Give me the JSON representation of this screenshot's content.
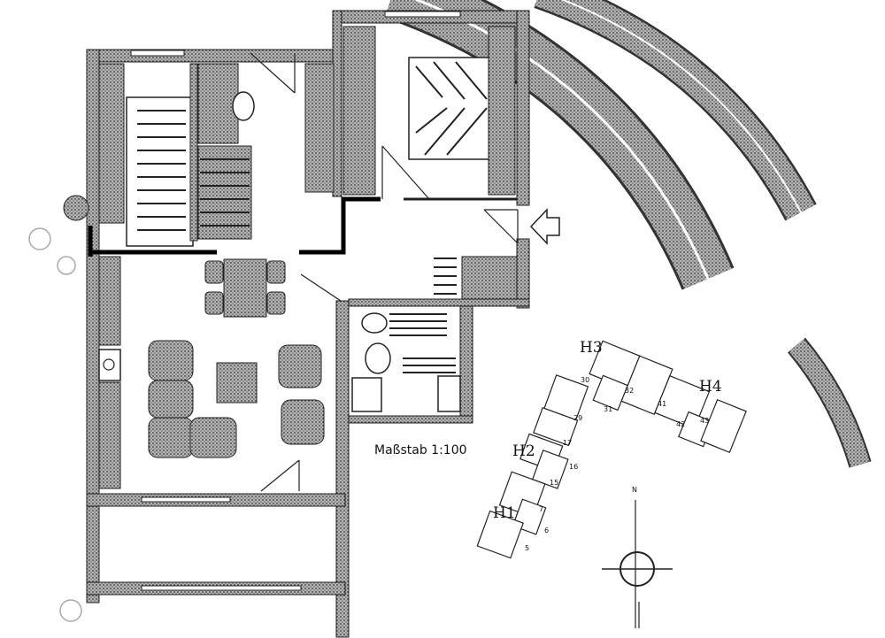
{
  "scale_label": "Maßstab 1:100",
  "houses": [
    {
      "id": "h1",
      "label": "H1"
    },
    {
      "id": "h2",
      "label": "H2"
    },
    {
      "id": "h3",
      "label": "H3"
    },
    {
      "id": "h4",
      "label": "H4"
    }
  ],
  "units": [
    "5",
    "6",
    "7",
    "15",
    "16",
    "17",
    "29",
    "30",
    "31",
    "32",
    "41",
    "42",
    "43"
  ],
  "compass": {
    "north_label": "N"
  },
  "icons": {
    "entrance": "arrow-left-icon",
    "compass": "compass-rose-icon"
  },
  "colors": {
    "ink": "#222222",
    "stipple": "#8a8a8a",
    "paper": "#ffffff"
  }
}
